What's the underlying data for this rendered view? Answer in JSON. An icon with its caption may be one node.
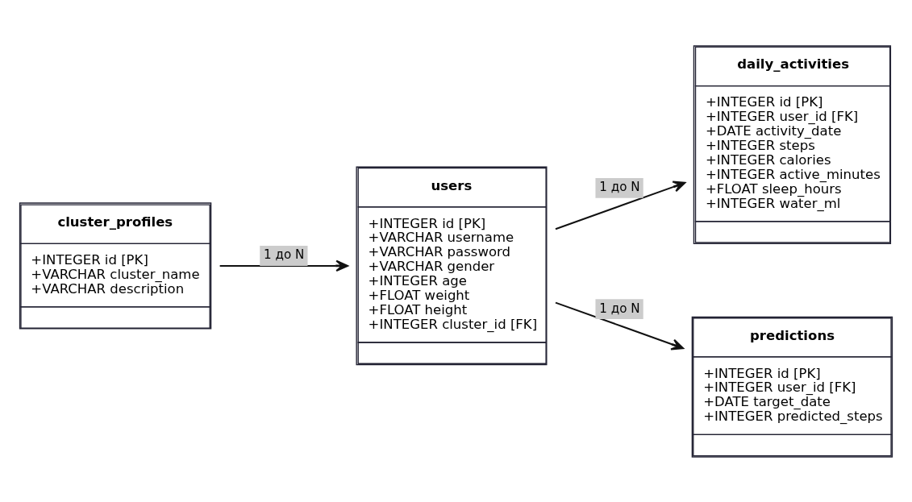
{
  "diagram": {
    "nodes": [
      {
        "text": [
          "cluster_profiles",
          "+INTEGER id [PK]",
          "+VARCHAR cluster_name",
          "+VARCHAR description"
        ]
      },
      {
        "text": [
          "users",
          "+INTEGER id [PK]",
          "+VARCHAR username",
          "+VARCHAR password",
          "+VARCHAR gender",
          "+INTEGER age",
          "+FLOAT weight",
          "+FLOAT height",
          "+INTEGER cluster_id [FK]"
        ]
      },
      {
        "text": [
          "daily_activities",
          "+INTEGER id [PK]",
          "+INTEGER user_id [FK]",
          "+DATE activity_date",
          "+INTEGER steps",
          "+INTEGER calories",
          "+INTEGER active_minutes",
          "+FLOAT sleep_hours",
          "+INTEGER water_ml"
        ]
      },
      {
        "text": [
          "predictions",
          "+INTEGER id [PK]",
          "+INTEGER user_id [FK]",
          "+DATE target_date",
          "+INTEGER predicted_steps"
        ]
      }
    ],
    "edges": [
      {
        "from": 0,
        "to": 1,
        "arrow": "to",
        "label": "1 до N"
      },
      {
        "from": 1,
        "to": 2,
        "arrow": "to",
        "label": "1 до N"
      },
      {
        "from": 1,
        "to": 3,
        "arrow": "to",
        "label": "1 до N"
      }
    ]
  }
}
